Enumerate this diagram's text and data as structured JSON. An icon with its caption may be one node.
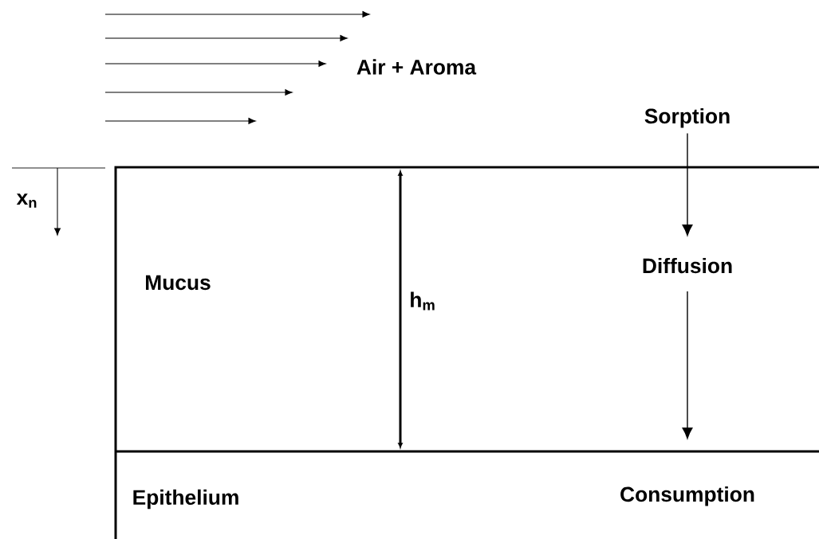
{
  "diagram": {
    "nodes": [
      {
        "text": [
          "Sorption"
        ]
      },
      {
        "text": [
          "Diffusion"
        ]
      },
      {
        "text": [
          "Consumption"
        ]
      }
    ],
    "edges": [
      {
        "from": 0,
        "to": 1,
        "arrow": "to"
      },
      {
        "from": 1,
        "to": 2,
        "arrow": "to"
      }
    ],
    "labels": [
      "Air + Aroma",
      "x$_{n}$",
      "Mucus",
      "h$_{m}$",
      "Epithelium"
    ]
  }
}
